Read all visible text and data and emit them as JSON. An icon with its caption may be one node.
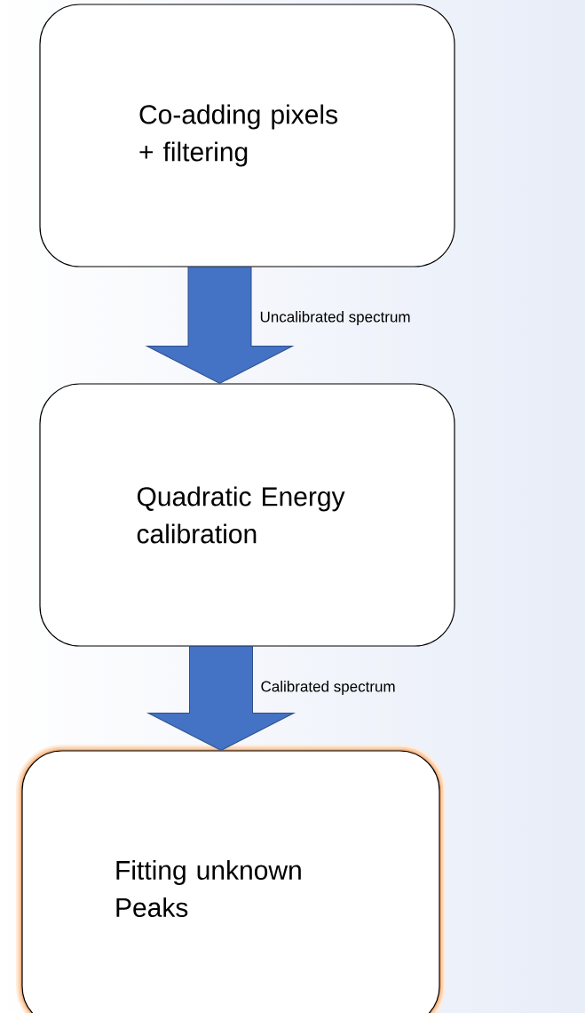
{
  "diagram": {
    "nodes": [
      {
        "text": [
          "Co-adding pixels + filtering"
        ]
      },
      {
        "text": [
          "Quadratic Energy calibration"
        ]
      },
      {
        "text": [
          "Fitting unknown Peaks"
        ]
      }
    ],
    "edges": [
      {
        "from": 0,
        "to": 1,
        "arrow": "to",
        "label": "Uncalibrated spectrum"
      },
      {
        "from": 1,
        "to": 2,
        "arrow": "to",
        "label": "Calibrated spectrum"
      }
    ]
  }
}
